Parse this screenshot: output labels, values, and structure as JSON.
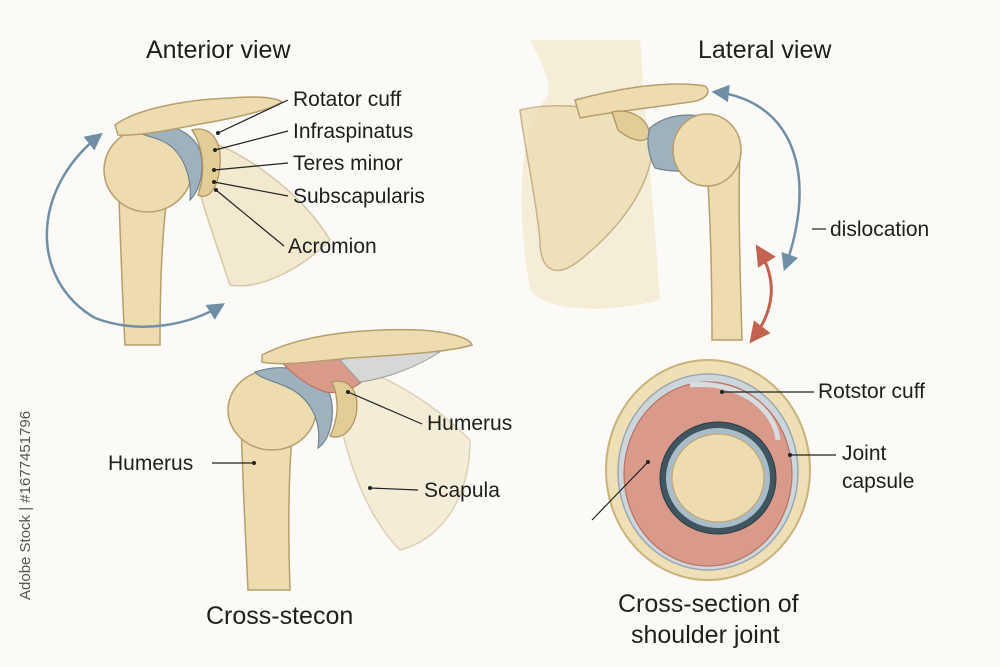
{
  "panels": {
    "anterior": {
      "title": "Anterior view",
      "labels": [
        "Rotator cuff",
        "Infraspinatus",
        "Teres minor",
        "Subscapularis",
        "Acromion"
      ]
    },
    "lateral": {
      "title": "Lateral view",
      "labels": [
        "dislocation"
      ]
    },
    "cross_left": {
      "title": "Cross-stecon",
      "labels": [
        "Humerus",
        "Humerus",
        "Scapula"
      ]
    },
    "cross_right": {
      "title_line1": "Cross-section of",
      "title_line2": "shoulder joint",
      "labels": [
        "Rotstor cuff",
        "Joint",
        "capsule"
      ]
    }
  },
  "watermark": "Adobe Stock | #1677451796",
  "colors": {
    "bone": "#ecdcb0",
    "cartilage": "#9fb1bd",
    "muscle": "#d99a8a",
    "arrow_blue": "#6f8fa6",
    "arrow_red": "#c2624f"
  }
}
